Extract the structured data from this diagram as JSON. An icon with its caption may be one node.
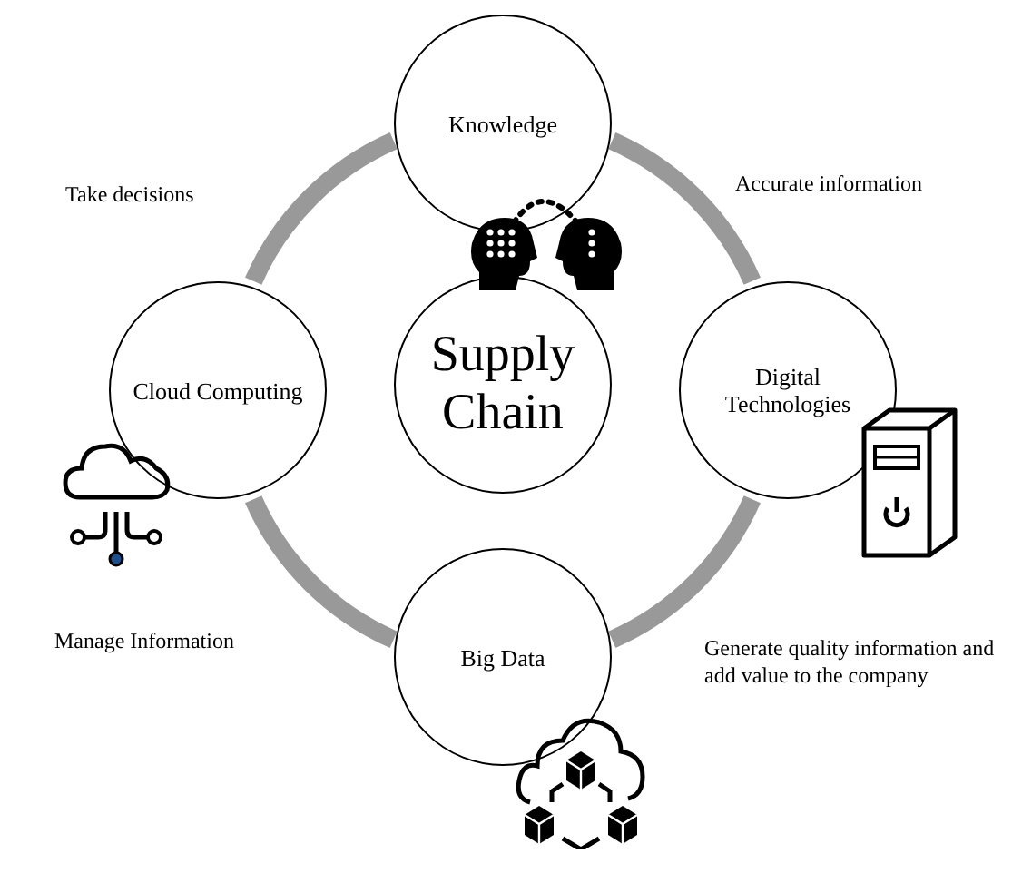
{
  "diagram": {
    "nodes": [
      {
        "text": [
          "Knowledge"
        ]
      },
      {
        "text": [
          "Cloud Computing"
        ]
      },
      {
        "text": [
          "Supply Chain"
        ]
      },
      {
        "text": [
          "Digital Technologies"
        ]
      },
      {
        "text": [
          "Big Data"
        ]
      }
    ],
    "edges": [
      {
        "from": 0,
        "to": 3,
        "arrow": "none"
      },
      {
        "from": 3,
        "to": 4,
        "arrow": "none"
      },
      {
        "from": 4,
        "to": 1,
        "arrow": "none"
      },
      {
        "from": 1,
        "to": 0,
        "arrow": "none"
      }
    ],
    "labels": [
      "Take decisions",
      "Accurate information",
      "Manage Information",
      "Generate quality information and add value to the company"
    ]
  }
}
